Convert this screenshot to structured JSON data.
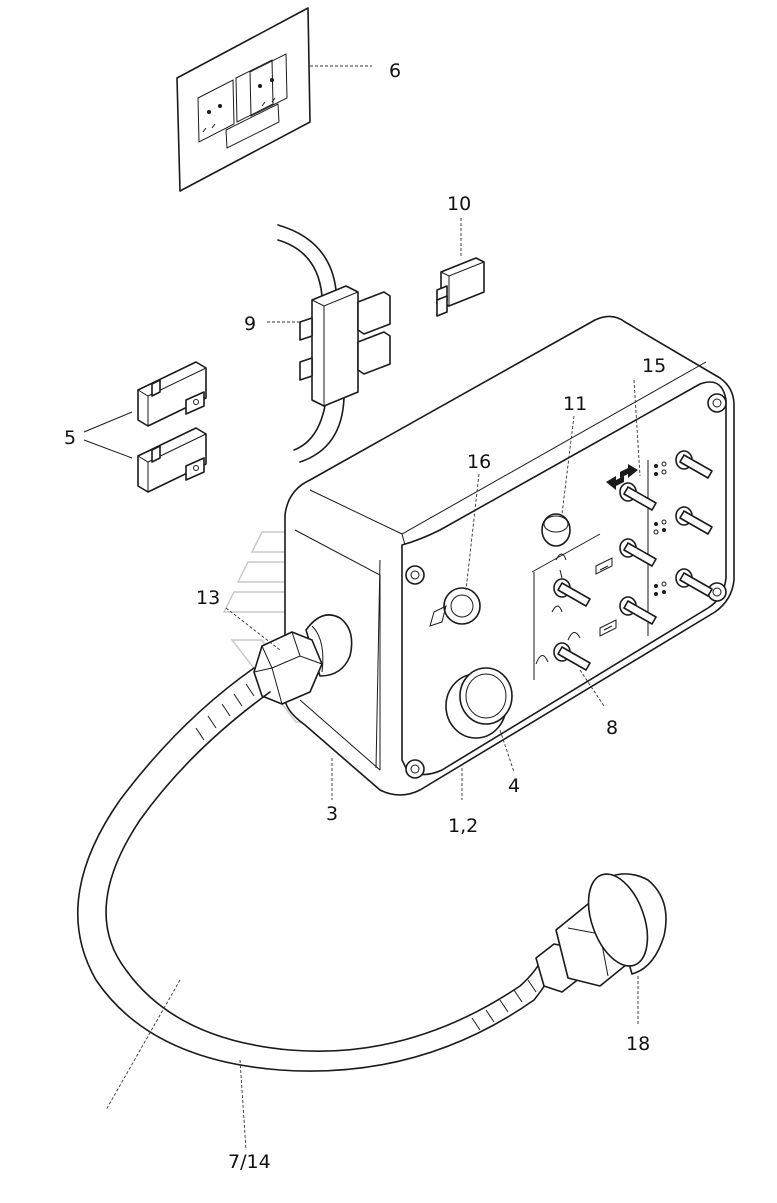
{
  "callouts": {
    "c1": "6",
    "c2": "10",
    "c3": "9",
    "c4": "5",
    "c5": "15",
    "c6": "11",
    "c7": "16",
    "c8": "13",
    "c9": "8",
    "c10": "4",
    "c11": "3",
    "c12": "1,2",
    "c13": "18",
    "c14": "7/14"
  }
}
